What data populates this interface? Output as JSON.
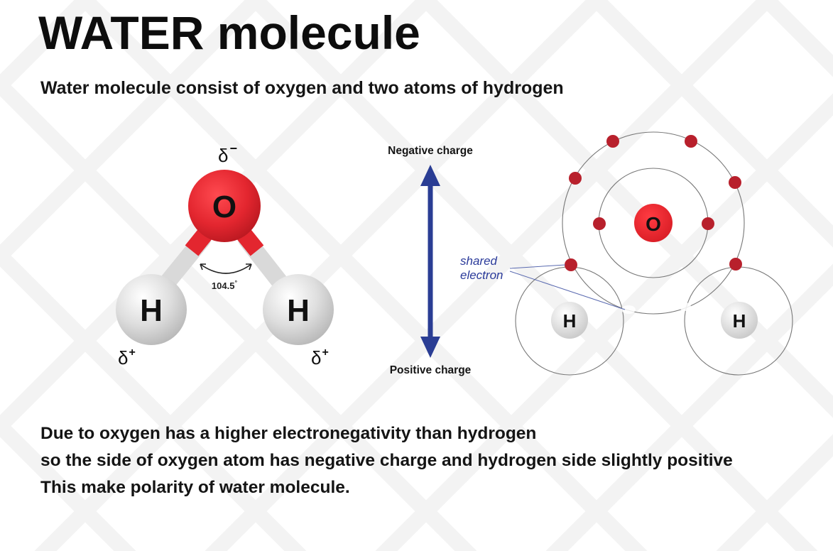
{
  "title": "WATER molecule",
  "subtitle": "Water molecule consist of oxygen and two atoms of hydrogen",
  "ball_model": {
    "oxygen_label": "O",
    "hydrogen_left_label": "H",
    "hydrogen_right_label": "H",
    "delta_minus_symbol": "δ",
    "delta_minus_sign": "−",
    "delta_plus_left_symbol": "δ",
    "delta_plus_left_sign": "+",
    "delta_plus_right_symbol": "δ",
    "delta_plus_right_sign": "+",
    "bond_angle_value": "104.5",
    "bond_angle_unit": "°"
  },
  "polarity_arrow": {
    "top_label": "Negative charge",
    "bottom_label": "Positive charge",
    "color": "#2a3d94"
  },
  "electron_model": {
    "oxygen_label": "O",
    "hydrogen_left_label": "H",
    "hydrogen_right_label": "H",
    "annotation_line1": "shared",
    "annotation_line2": "electron",
    "annotation_color": "#2a3a9a",
    "electron_color": "#b8202c"
  },
  "explanation": [
    "Due to oxygen has a higher electronegativity than hydrogen",
    "so the side of oxygen atom has negative charge and hydrogen side slightly positive",
    "This make polarity of water molecule."
  ],
  "colors": {
    "oxygen_red": "#e3262f",
    "hydrogen_grey": "#d4d4d4",
    "title_text": "#0d0d0d"
  }
}
